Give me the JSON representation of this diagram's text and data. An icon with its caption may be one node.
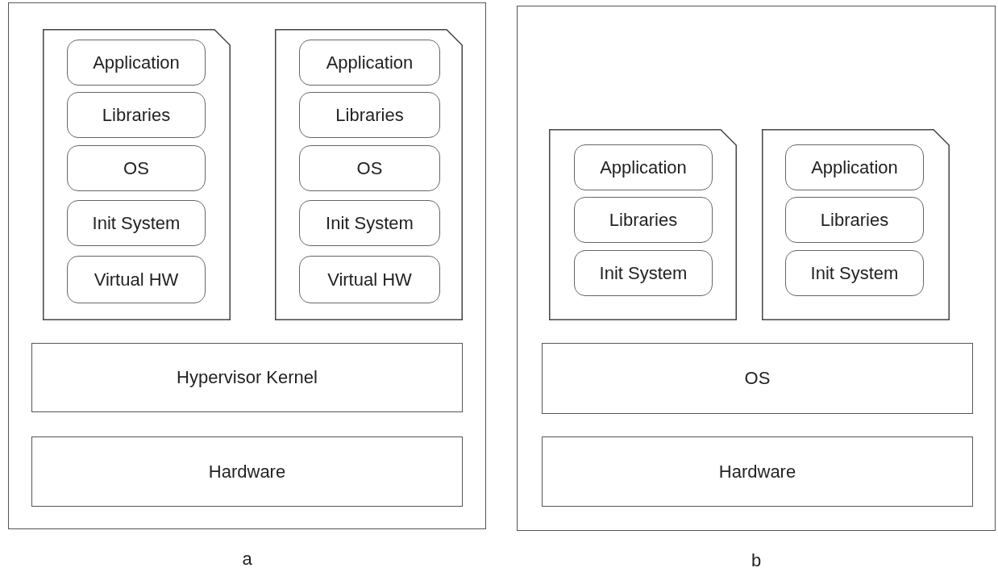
{
  "diagram": {
    "nodes": [
      {
        "text": [],
        "shape": "box",
        "beside": [
          "a"
        ]
      },
      {
        "text": [],
        "shape": "document",
        "in": 0
      },
      {
        "text": [
          "Application"
        ],
        "in": 1
      },
      {
        "text": [
          "Libraries"
        ],
        "in": 1
      },
      {
        "text": [
          "OS"
        ],
        "in": 1
      },
      {
        "text": [
          "Init System"
        ],
        "in": 1
      },
      {
        "text": [
          "Virtual HW"
        ],
        "in": 1
      },
      {
        "text": [],
        "shape": "document",
        "in": 0
      },
      {
        "text": [
          "Application"
        ],
        "in": 7
      },
      {
        "text": [
          "Libraries"
        ],
        "in": 7
      },
      {
        "text": [
          "OS"
        ],
        "in": 7
      },
      {
        "text": [
          "Init System"
        ],
        "in": 7
      },
      {
        "text": [
          "Virtual HW"
        ],
        "in": 7
      },
      {
        "text": [
          "Hypervisor Kernel"
        ],
        "in": 0
      },
      {
        "text": [
          "Hardware"
        ],
        "in": 0
      },
      {
        "text": [],
        "shape": "box",
        "beside": [
          "b"
        ]
      },
      {
        "text": [],
        "shape": "document",
        "in": 15
      },
      {
        "text": [
          "Application"
        ],
        "in": 16
      },
      {
        "text": [
          "Libraries"
        ],
        "in": 16
      },
      {
        "text": [
          "Init System"
        ],
        "in": 16
      },
      {
        "text": [],
        "shape": "document",
        "in": 15
      },
      {
        "text": [
          "Application"
        ],
        "in": 20
      },
      {
        "text": [
          "Libraries"
        ],
        "in": 20
      },
      {
        "text": [
          "Init System"
        ],
        "in": 20
      },
      {
        "text": [
          "OS"
        ],
        "in": 15
      },
      {
        "text": [
          "Hardware"
        ],
        "in": 15
      }
    ],
    "edges": []
  }
}
